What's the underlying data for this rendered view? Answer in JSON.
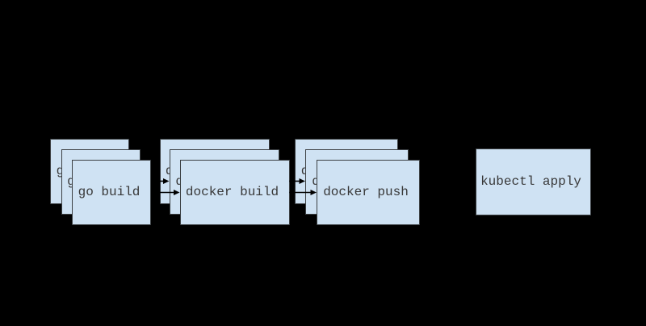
{
  "canvas": {
    "background": "#000000",
    "box_fill": "#cfe2f3",
    "box_border": "#3c4043",
    "label_color": "#383838",
    "arrow_color": "#000000"
  },
  "diagram": {
    "type": "pipeline-flow",
    "stacks": [
      {
        "label": "go build",
        "layers": 3
      },
      {
        "label": "docker build",
        "layers": 3
      },
      {
        "label": "docker push",
        "layers": 3
      }
    ],
    "single_box": {
      "label": "kubectl apply"
    },
    "arrows": [
      {
        "from": "go build",
        "to": "docker build",
        "visible_lines": 2
      },
      {
        "from": "docker build",
        "to": "docker push",
        "visible_lines": 2
      }
    ]
  }
}
